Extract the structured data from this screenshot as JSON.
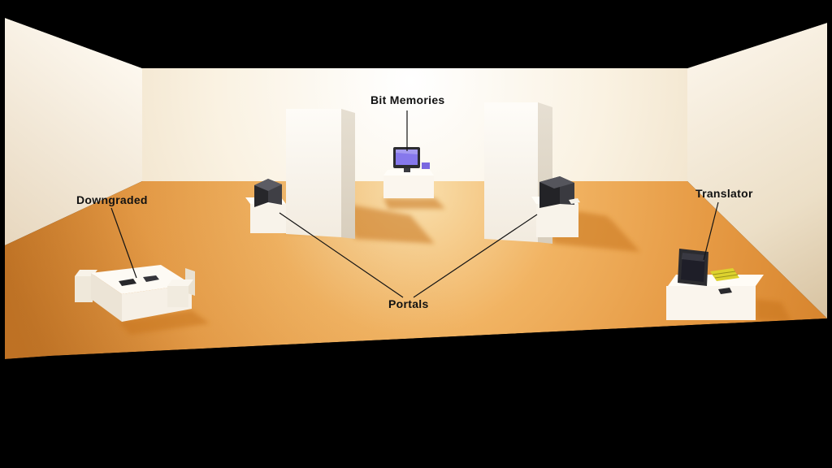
{
  "labels": {
    "downgraded": "Downgraded",
    "bit_memories": "Bit Memories",
    "portals": "Portals",
    "translator": "Translator"
  },
  "colors": {
    "background": "#000000",
    "floor_orange": "#e8963f",
    "wall_white": "#f7f1e6",
    "shadow_orange": "#c8741f",
    "screen_purple": "#8678ec",
    "keyboard_yellow": "#ddd22e",
    "object_dark": "#2c2c30",
    "label_text": "#111111"
  }
}
